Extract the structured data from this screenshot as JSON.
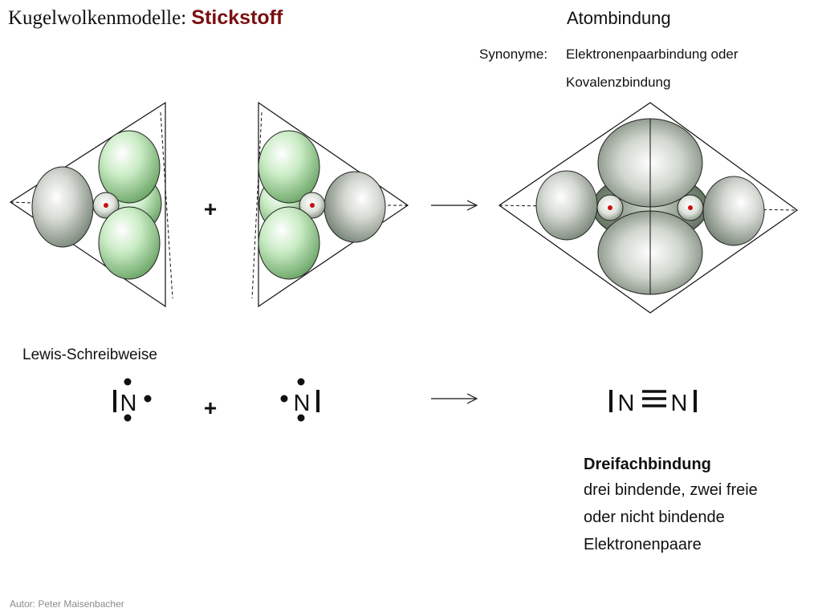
{
  "title": {
    "prefix": "Kugelwolkenmodelle:",
    "element": "Stickstoff"
  },
  "bond": {
    "title": "Atombindung",
    "synonyms_label": "Synonyme:",
    "synonym_1": "Elektronenpaarbindung oder",
    "synonym_2": "Kovalenzbindung"
  },
  "operators": {
    "plus": "+"
  },
  "lewis": {
    "heading": "Lewis-Schreibweise",
    "atom_symbol": "N"
  },
  "description": {
    "title": "Dreifachbindung",
    "line_1": "drei bindende, zwei freie",
    "line_2": "oder nicht bindende",
    "line_3": "Elektronenpaare"
  },
  "author": "Autor: Peter Maisenbacher",
  "colors": {
    "element_title": "#7a1010",
    "bonding_cloud": "#c8e8c4",
    "nonbonding_cloud": "#b0b8b0",
    "nucleus": "#c41010"
  }
}
